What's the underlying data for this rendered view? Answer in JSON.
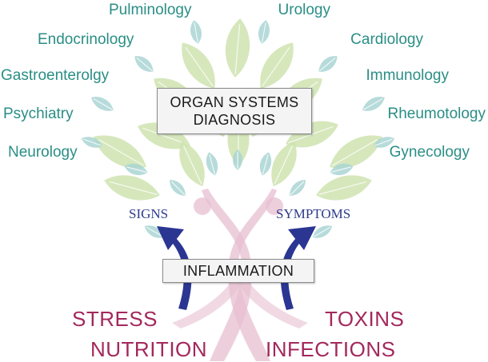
{
  "specialties_left": [
    "Pulminology",
    "Endocrinology",
    "Gastroenterolgy",
    "Psychiatry",
    "Neurology"
  ],
  "specialties_right": [
    "Urology",
    "Cardiology",
    "Immunology",
    "Rheumotology",
    "Gynecology"
  ],
  "center_box": {
    "line1": "ORGAN SYSTEMS",
    "line2": "DIAGNOSIS"
  },
  "signs_label": "SIGNS",
  "symptoms_label": "SYMPTOMS",
  "inflammation_label": "INFLAMMATION",
  "roots": {
    "stress": "STRESS",
    "nutrition": "NUTRITION",
    "toxins": "TOXINS",
    "infections": "INFECTIONS"
  },
  "colors": {
    "specialty_text": "#2a8e85",
    "leaf_green": "#cfe3b0",
    "leaf_blue": "#a9d5d3",
    "trunk_pink": "#e7bfd0",
    "arrow_navy": "#2b3592",
    "root_text": "#a3285c",
    "signs_text": "#2d3a8c"
  }
}
